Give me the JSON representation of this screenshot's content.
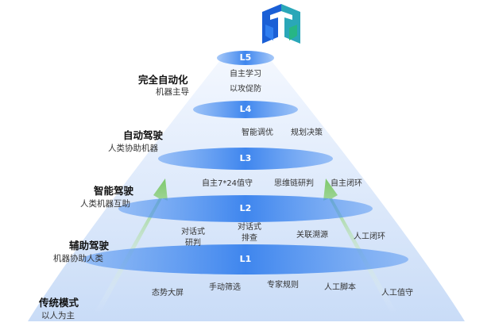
{
  "logo": {
    "name": "brand-logo-icon",
    "colors": [
      "#1a73e8",
      "#2bb673"
    ]
  },
  "levels": [
    {
      "title": "完全自动化",
      "subtitle": "机器主导"
    },
    {
      "title": "自动驾驶",
      "subtitle": "人类协助机器"
    },
    {
      "title": "智能驾驶",
      "subtitle": "人类机器互助"
    },
    {
      "title": "辅助驾驶",
      "subtitle": "机器协助人类"
    },
    {
      "title": "传统模式",
      "subtitle": "以人为主"
    }
  ],
  "tiers": [
    {
      "label": "L5",
      "items": [
        "自主学习",
        "以攻促防"
      ]
    },
    {
      "label": "L4",
      "items": [
        "智能调优",
        "规划决策"
      ]
    },
    {
      "label": "L3",
      "items": [
        "自主7*24值守",
        "思维链研判",
        "自主闭环"
      ]
    },
    {
      "label": "L2",
      "items": [
        "对话式\n研判",
        "对话式\n排查",
        "关联溯源",
        "人工闭环"
      ]
    },
    {
      "label": "L1",
      "items": [
        "态势大屏",
        "手动筛选",
        "专家规则",
        "人工脚本",
        "人工值守"
      ]
    }
  ],
  "colors": {
    "tier_band": "#4a8ff0",
    "cone_top": "#eef5ff",
    "cone_bottom": "#cfe0f8",
    "arrow": "#8fd17a"
  }
}
